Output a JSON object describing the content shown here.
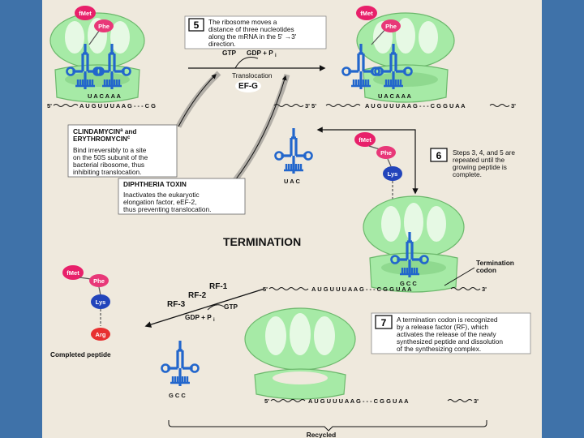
{
  "amino_acids": {
    "fmet": "fMet",
    "phe": "Phe",
    "lys": "Lys",
    "arg": "Arg"
  },
  "colors": {
    "ribosome": "#a6eaa6",
    "ribosome_light": "#e6f9e4",
    "trna": "#2266cc",
    "fmet": "#e8206a",
    "phe": "#e83878",
    "lys": "#2244bb",
    "arg": "#e83030",
    "background": "#efe9dd",
    "side_bars": "#3f72a9"
  },
  "step5": {
    "number": "5",
    "text": [
      "The ribosome moves a",
      "distance of three nucleotides",
      "along the mRNA in the 5' →3'",
      "direction."
    ]
  },
  "translocation": {
    "gtp": "GTP",
    "gdp_pi": "GDP + P",
    "pi_sub": "i",
    "label": "Translocation",
    "factor": "EF-G"
  },
  "ribosome1": {
    "anticodons": "U A C  A A A",
    "mrna_start": "5'",
    "mrna_seq": "A U G  U U U  A A G - - - C  G"
  },
  "ribosome2": {
    "anticodons": "U A C  A A A",
    "mrna_start": "3'  5'",
    "mrna_seq": "A U G  U U U  A A G - - - C G G U A A",
    "mrna_end": "3'"
  },
  "antibiotic1": {
    "name_line1": "CLINDAMYCIN",
    "sup1": "a",
    "name_line1_tail": " and",
    "name_line2": "ERYTHROMYCIN",
    "sup2": "c",
    "text": [
      "Bind irreversibly to a site",
      "on the 50S subunit of the",
      "bacterial ribosome, thus",
      "inhibiting translocation."
    ]
  },
  "antibiotic2": {
    "name": "DIPHTHERIA TOXIN",
    "text": [
      "Inactivates the eukaryotic",
      "elongation factor, eEF-2,",
      "thus preventing translocation."
    ]
  },
  "free_trna_anticodon": "U A C",
  "step6": {
    "number": "6",
    "text": [
      "Steps 3, 4, and 5 are",
      "repeated until the",
      "growing peptide is",
      "complete."
    ]
  },
  "termination": {
    "heading": "TERMINATION",
    "label_codon_line1": "Termination",
    "label_codon_line2": "codon",
    "anticodon": "G C C",
    "mrna_start": "5'",
    "mrna_seq": "A U G  U U U  A A G - - - C G G U A A",
    "mrna_end": "3'"
  },
  "release": {
    "rf1": "RF-1",
    "rf2": "RF-2",
    "rf3": "RF-3",
    "gtp": "GTP",
    "gdp_pi": "GDP + P",
    "pi_sub": "i"
  },
  "completed_peptide": "Completed peptide",
  "step7": {
    "number": "7",
    "text": [
      "A termination codon is recognized",
      "by a release factor (RF), which",
      "activates the release of the newly",
      "synthesized peptide and dissolution",
      "of the synthesizing complex."
    ]
  },
  "final": {
    "anticodon": "G C C",
    "mrna_start": "5'",
    "mrna_seq": "A U G  U U U  A A G - - - C G G U A A",
    "mrna_end": "3'",
    "recycled": "Recycled"
  }
}
